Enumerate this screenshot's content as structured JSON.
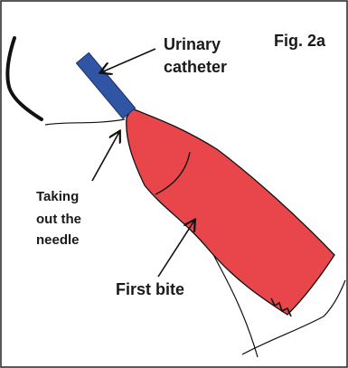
{
  "figure": {
    "label": "Fig. 2a",
    "labels": {
      "catheter_line1": "Urinary",
      "catheter_line2": "catheter",
      "needle_line1": "Taking",
      "needle_line2": "out the",
      "needle_line3": "needle",
      "bite": "First bite"
    },
    "colors": {
      "catheter": "#2f55a4",
      "tissue": "#e8464b",
      "ink": "#1a1a1a"
    }
  }
}
